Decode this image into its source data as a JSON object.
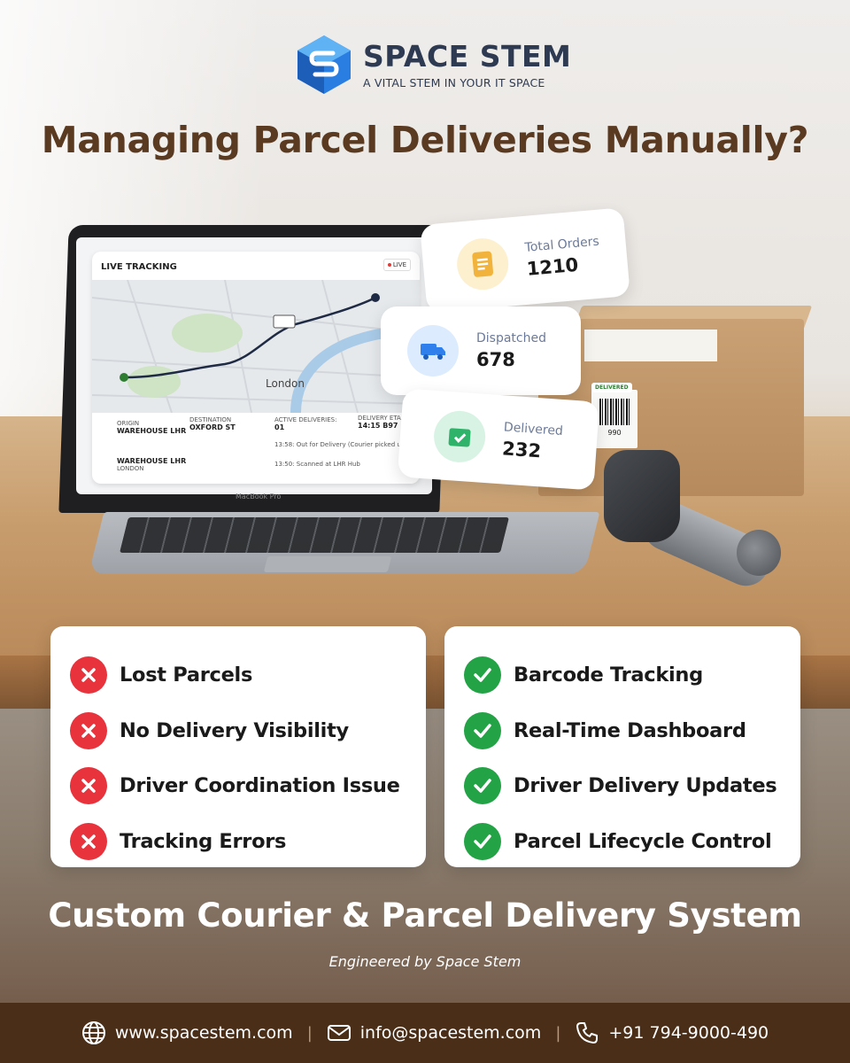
{
  "brand": {
    "name": "SPACE STEM",
    "tagline": "A VITAL STEM IN YOUR IT SPACE"
  },
  "headline": "Managing Parcel Deliveries Manually?",
  "dashboard": {
    "title": "LIVE TRACKING",
    "live_badge": "LIVE",
    "city": "London",
    "origin_label": "ORIGIN",
    "origin_value": "WAREHOUSE LHR",
    "destination_label": "DESTINATION",
    "destination_value": "OXFORD ST",
    "stop_value": "WAREHOUSE LHR",
    "stop_sub": "LONDON",
    "active_label": "ACTIVE DELIVERIES:",
    "active_value": "01",
    "eta_label": "DELIVERY ETA:",
    "eta_value": "14:15 B97",
    "log": [
      {
        "time": "13:58:",
        "text": "Out for Delivery (Courier picked u"
      },
      {
        "time": "13:50:",
        "text": "Scanned at LHR Hub"
      }
    ],
    "laptop_model": "MacBook Pro"
  },
  "stats": [
    {
      "label": "Total Orders",
      "value": "1210",
      "icon": "document-icon",
      "color": "#f2b33d"
    },
    {
      "label": "Dispatched",
      "value": "678",
      "icon": "truck-icon",
      "color": "#2f80ed"
    },
    {
      "label": "Delivered",
      "value": "232",
      "icon": "box-check-icon",
      "color": "#2fb36b"
    }
  ],
  "package": {
    "sticker": "DELIVERED",
    "barcode_number": "990"
  },
  "problems": [
    "Lost Parcels",
    "No Delivery Visibility",
    "Driver Coordination Issue",
    "Tracking Errors"
  ],
  "solutions": [
    "Barcode Tracking",
    "Real-Time Dashboard",
    "Driver Delivery Updates",
    "Parcel Lifecycle Control"
  ],
  "subheadline": "Custom Courier & Parcel Delivery System",
  "engineered_by": "Engineered by Space Stem",
  "footer": {
    "website": "www.spacestem.com",
    "email": "info@spacestem.com",
    "phone": "+91 794-9000-490"
  },
  "colors": {
    "headline": "#5b3a22",
    "brand": "#2d3a52",
    "footer_bg": "#4b2e17",
    "problem_badge": "#e8323c",
    "solution_badge": "#23a346"
  }
}
